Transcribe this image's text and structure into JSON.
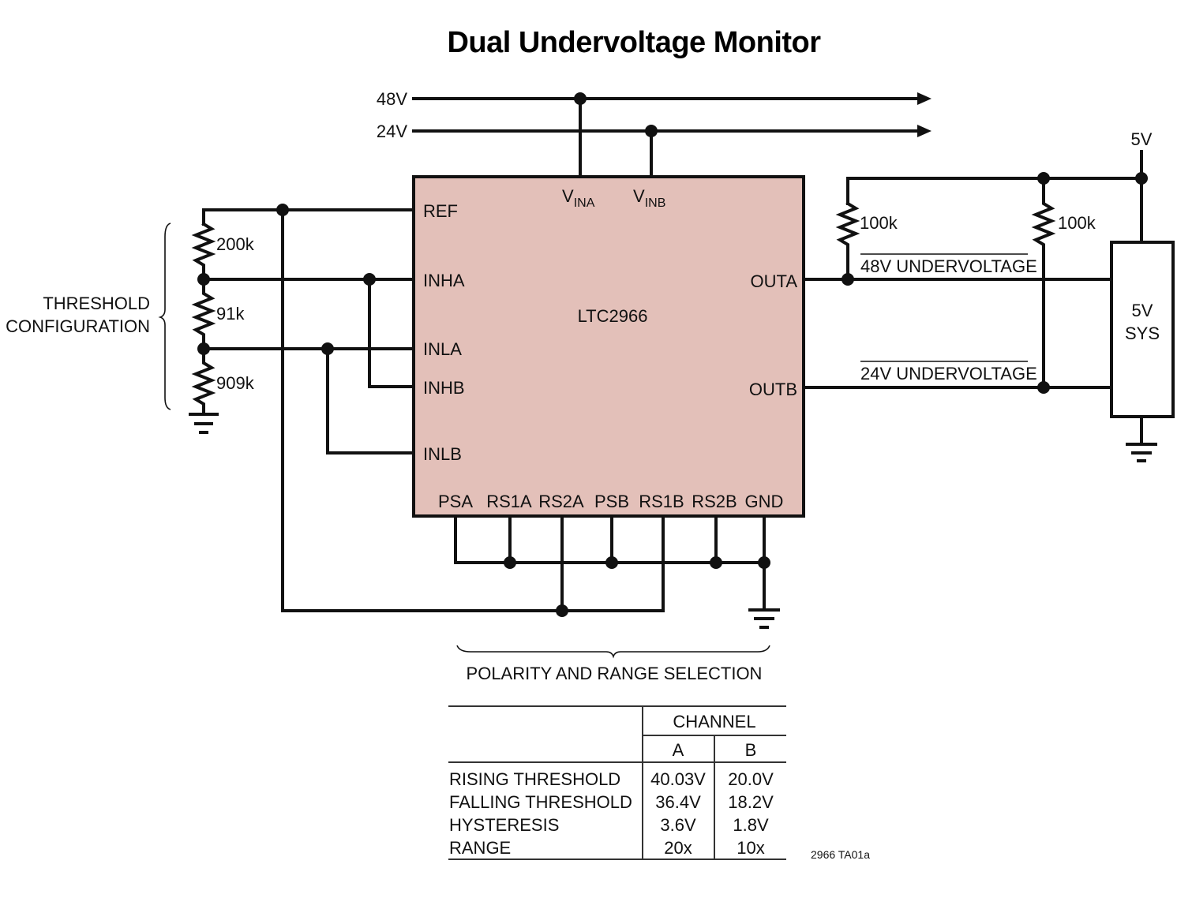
{
  "title": "Dual Undervoltage Monitor",
  "rails": [
    {
      "label": "48V"
    },
    {
      "label": "24V"
    }
  ],
  "supply_5v": "5V",
  "chip": {
    "name": "LTC2966",
    "top_pins": [
      {
        "main": "V",
        "sub": "INA"
      },
      {
        "main": "V",
        "sub": "INB"
      }
    ],
    "left_pins": [
      "REF",
      "INHA",
      "INLA",
      "INHB",
      "INLB"
    ],
    "right_pins": [
      "OUTA",
      "OUTB"
    ],
    "bottom_pins": [
      "PSA",
      "RS1A",
      "RS2A",
      "PSB",
      "RS1B",
      "RS2B",
      "GND"
    ]
  },
  "divider_resistors": [
    "200k",
    "91k",
    "909k"
  ],
  "pullup_resistors": [
    "100k",
    "100k"
  ],
  "output_signals": [
    "48V UNDERVOLTAGE",
    "24V UNDERVOLTAGE"
  ],
  "system_block": {
    "line1": "5V",
    "line2": "SYS"
  },
  "annotations": {
    "threshold_line1": "THRESHOLD",
    "threshold_line2": "CONFIGURATION",
    "polarity": "POLARITY AND RANGE SELECTION"
  },
  "table": {
    "group_header": "CHANNEL",
    "columns": [
      "A",
      "B"
    ],
    "rows": [
      {
        "label": "RISING THRESHOLD",
        "a": "40.03V",
        "b": "20.0V"
      },
      {
        "label": "FALLING THRESHOLD",
        "a": "36.4V",
        "b": "18.2V"
      },
      {
        "label": "HYSTERESIS",
        "a": "3.6V",
        "b": "1.8V"
      },
      {
        "label": "RANGE",
        "a": "20x",
        "b": "10x"
      }
    ]
  },
  "figure_id": "2966 TA01a"
}
